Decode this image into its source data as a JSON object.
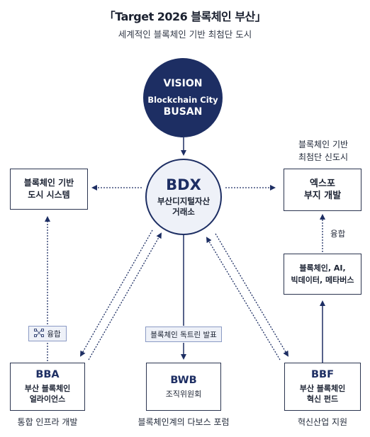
{
  "header": {
    "title": "「Target 2026 블록체인 부산」",
    "subtitle": "세계적인 블록체인 기반 최첨단 도시"
  },
  "vision": {
    "line1": "VISION",
    "line2": "Blockchain City",
    "line3": "BUSAN"
  },
  "bdx": {
    "abbr": "BDX",
    "name_line1": "부산디지털자산",
    "name_line2": "거래소"
  },
  "left_top_box": {
    "line1": "블록체인 기반",
    "line2": "도시 시스템"
  },
  "right_top": {
    "caption_line1": "블록체인 기반",
    "caption_line2": "최첨단 신도시",
    "box_line1": "엑스포",
    "box_line2": "부지 개발",
    "link_label": "융합"
  },
  "right_mid_box": {
    "line1": "블록체인, AI,",
    "line2": "빅데이터, 메타버스"
  },
  "left_tag": {
    "label": "융합",
    "icon": "network-nodes-icon"
  },
  "center_tag": {
    "label": "블록체인 독트린 발표"
  },
  "bottom_boxes": [
    {
      "abbr": "BBA",
      "line1": "부산 블록체인",
      "line2": "얼라이언스",
      "caption": "통합 인프라 개발"
    },
    {
      "abbr": "BWB",
      "line1": "조직위원회",
      "line2": "",
      "caption": "블록체인계의 다보스 포럼"
    },
    {
      "abbr": "BBF",
      "line1": "부산 블록체인",
      "line2": "혁신 펀드",
      "caption": "혁신산업 지원"
    }
  ],
  "colors": {
    "navy": "#1d2e63",
    "light_fill": "#eef1f8",
    "border": "#2b3550"
  }
}
